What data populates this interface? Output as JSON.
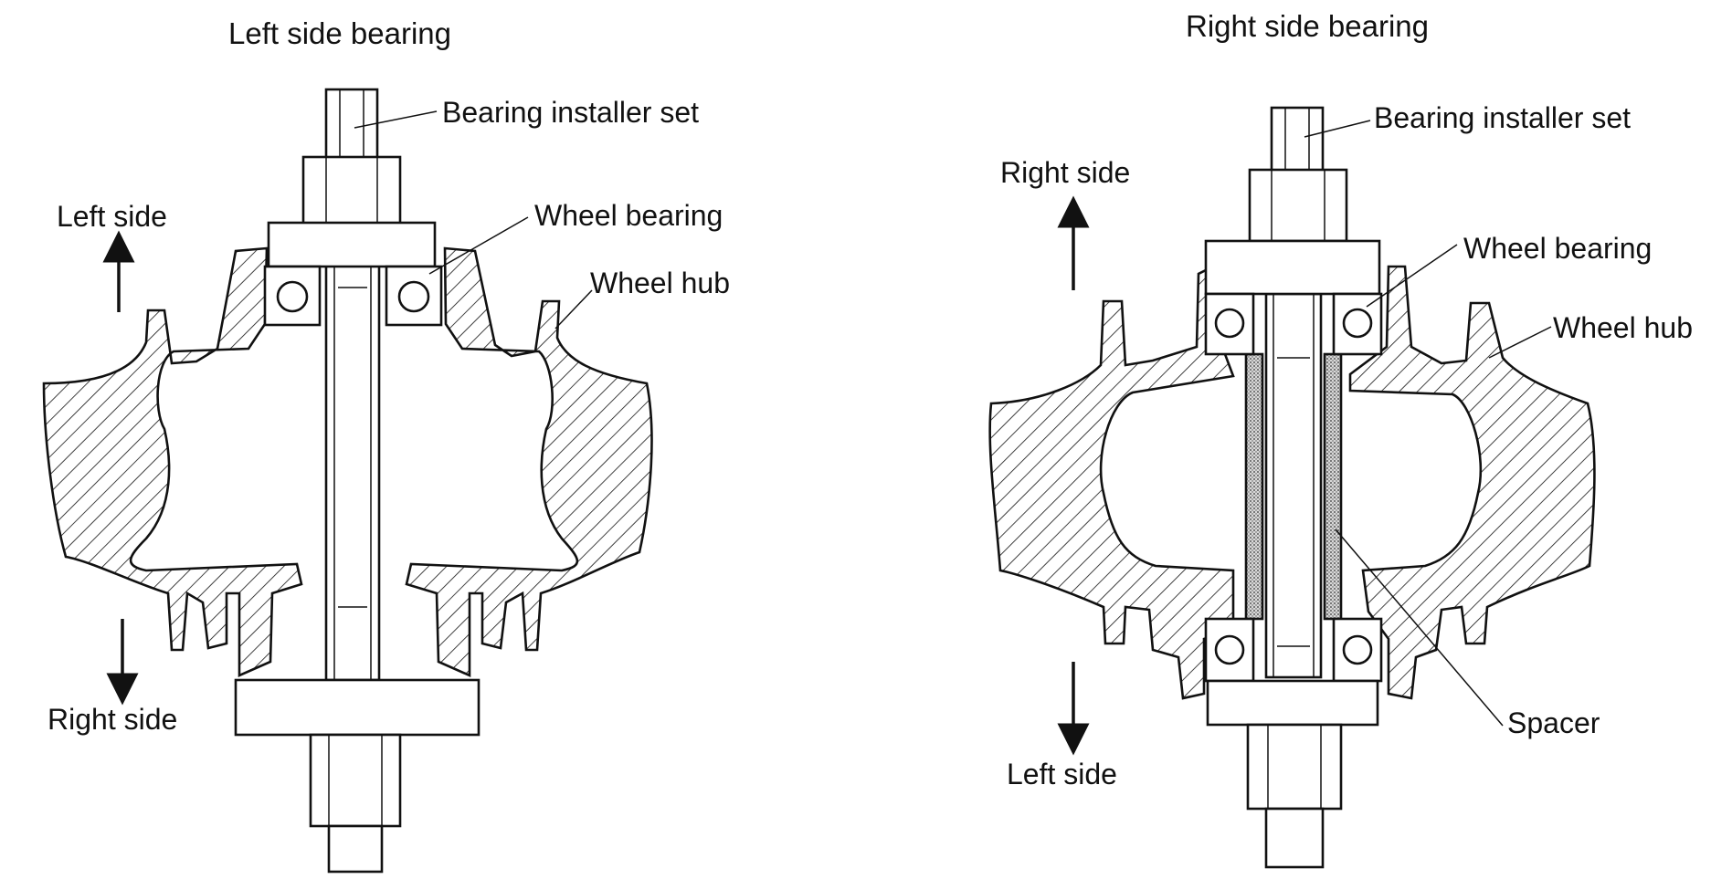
{
  "left_figure": {
    "title": "Left side bearing",
    "labels": {
      "installer": "Bearing installer set",
      "bearing": "Wheel bearing",
      "hub": "Wheel hub",
      "dir_up": "Left side",
      "dir_down": "Right side"
    }
  },
  "right_figure": {
    "title": "Right side bearing",
    "labels": {
      "installer": "Bearing installer set",
      "bearing": "Wheel bearing",
      "hub": "Wheel hub",
      "spacer": "Spacer",
      "dir_up": "Right side",
      "dir_down": "Left side"
    }
  },
  "style": {
    "ink": "#111111",
    "paper": "#ffffff"
  }
}
